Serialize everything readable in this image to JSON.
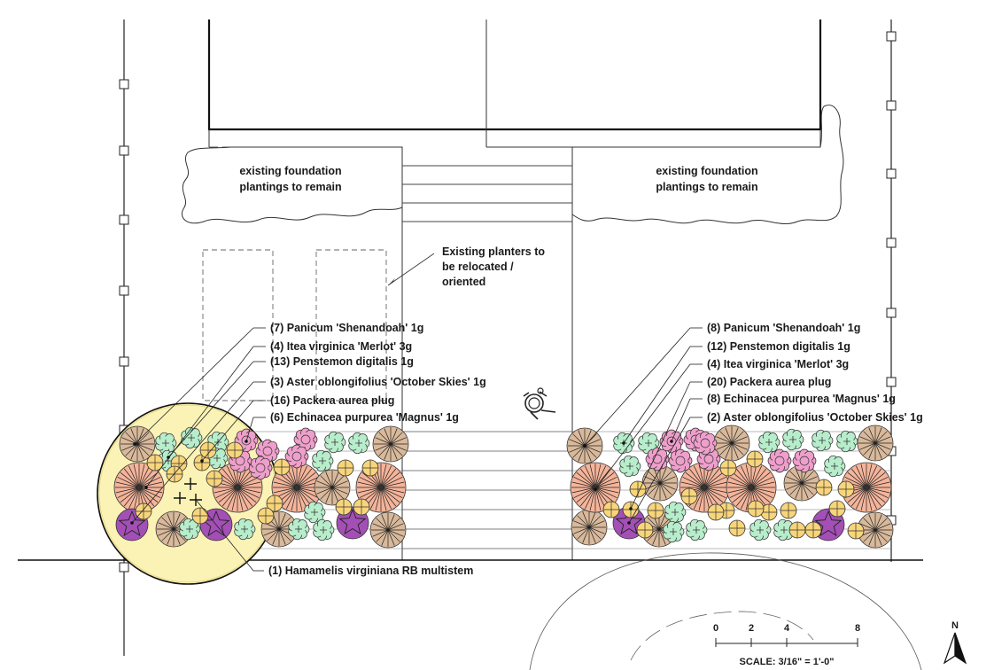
{
  "foundation_left": [
    "existing foundation",
    "plantings to remain"
  ],
  "foundation_right": [
    "existing foundation",
    "plantings to remain"
  ],
  "planters_note": [
    "Existing planters to",
    "be relocated /",
    "oriented"
  ],
  "left_labels": [
    "(7) Panicum 'Shenandoah' 1g",
    "(4) Itea virginica 'Merlot' 3g",
    "(13) Penstemon digitalis 1g",
    "(3) Aster oblongifolius 'October Skies' 1g",
    "(16) Packera aurea plug",
    "(6) Echinacea purpurea 'Magnus' 1g"
  ],
  "right_labels": [
    "(8) Panicum 'Shenandoah' 1g",
    "(12) Penstemon digitalis 1g",
    "(4) Itea virginica 'Merlot' 3g",
    "(20) Packera aurea plug",
    "(8) Echinacea purpurea 'Magnus' 1g",
    "(2) Aster oblongifolius 'October Skies' 1g"
  ],
  "tree_label": "(1) Hamamelis virginiana RB multistem",
  "scale": {
    "ticks": [
      "0",
      "2",
      "4",
      "8"
    ],
    "caption": "SCALE: 3/16\" = 1'-0\""
  },
  "north": "N",
  "colors": {
    "panicum": "#d9b99b",
    "itea": "#f4b49a",
    "penstemon": "#b7edcb",
    "aster": "#a34fb5",
    "packera": "#f8d57a",
    "echinacea": "#ef9fcb",
    "hamamelis": "#fbf3b5"
  }
}
